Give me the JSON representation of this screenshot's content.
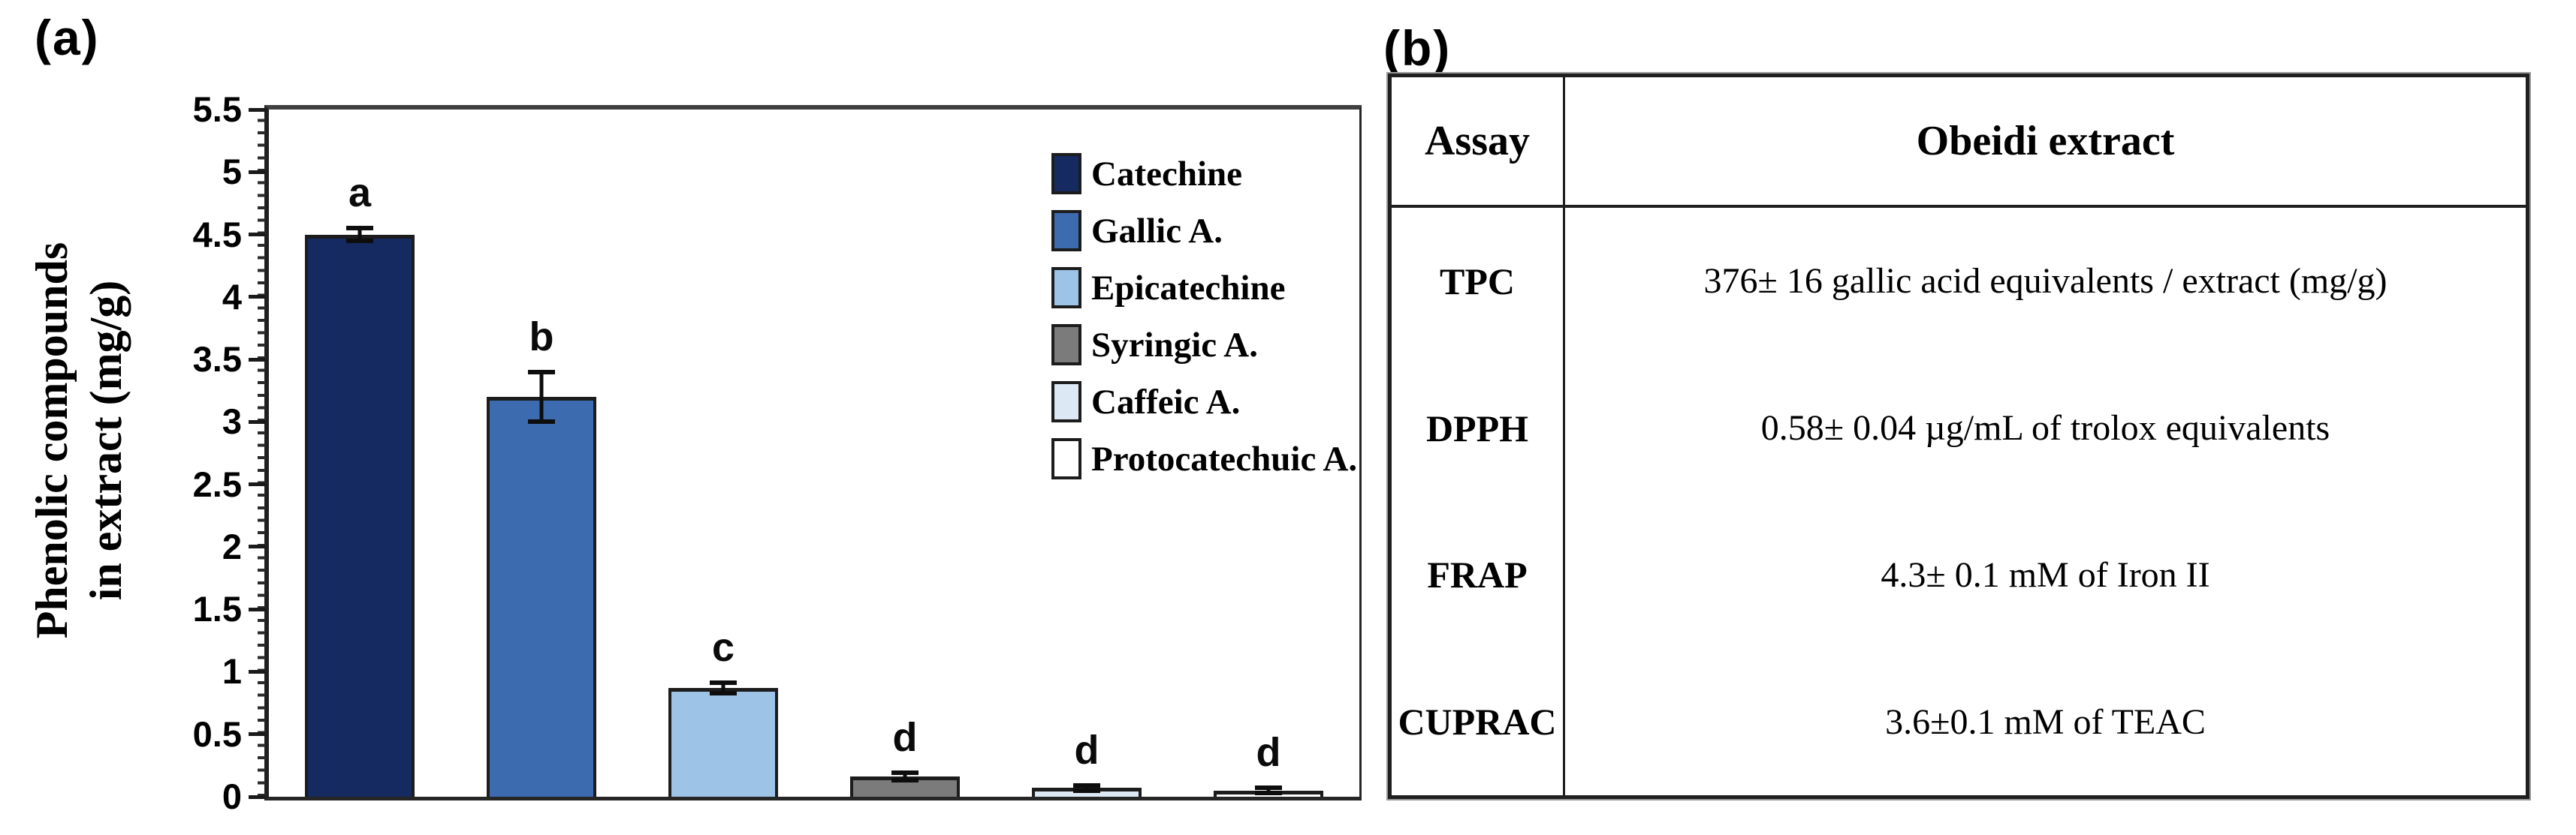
{
  "panels": {
    "a_label": "(a)",
    "b_label": "(b)"
  },
  "chart_data": {
    "type": "bar",
    "title": "",
    "ylabel_lines": [
      "Phenolic compounds",
      "in extract  (mg/g)"
    ],
    "xlabel": "",
    "ylim": [
      0,
      5.5
    ],
    "ytick_step": 0.5,
    "minor_tick_step": 0.1,
    "grid": false,
    "legend_position": "top-right-inside",
    "categories": [
      "Catechine",
      "Gallic A.",
      "Epicatechine",
      "Syringic A.",
      "Caffeic A.",
      "Protocatechuic A."
    ],
    "values": [
      4.5,
      3.2,
      0.87,
      0.16,
      0.07,
      0.05
    ],
    "errors": [
      0.05,
      0.2,
      0.04,
      0.03,
      0.02,
      0.02
    ],
    "significance_letters": [
      "a",
      "b",
      "c",
      "d",
      "d",
      "d"
    ],
    "colors": [
      "#152a60",
      "#3d6bb0",
      "#9dc3e6",
      "#7b7b7b",
      "#dde8f5",
      "#ffffff"
    ]
  },
  "table": {
    "headers": [
      "Assay",
      "Obeidi extract"
    ],
    "rows": [
      {
        "assay": "TPC",
        "value": "376± 16 gallic acid equivalents / extract (mg/g)"
      },
      {
        "assay": "DPPH",
        "value": "0.58± 0.04 µg/mL of trolox equivalents"
      },
      {
        "assay": "FRAP",
        "value": "4.3± 0.1 mM of Iron II"
      },
      {
        "assay": "CUPRAC",
        "value": "3.6±0.1 mM of TEAC"
      }
    ]
  }
}
